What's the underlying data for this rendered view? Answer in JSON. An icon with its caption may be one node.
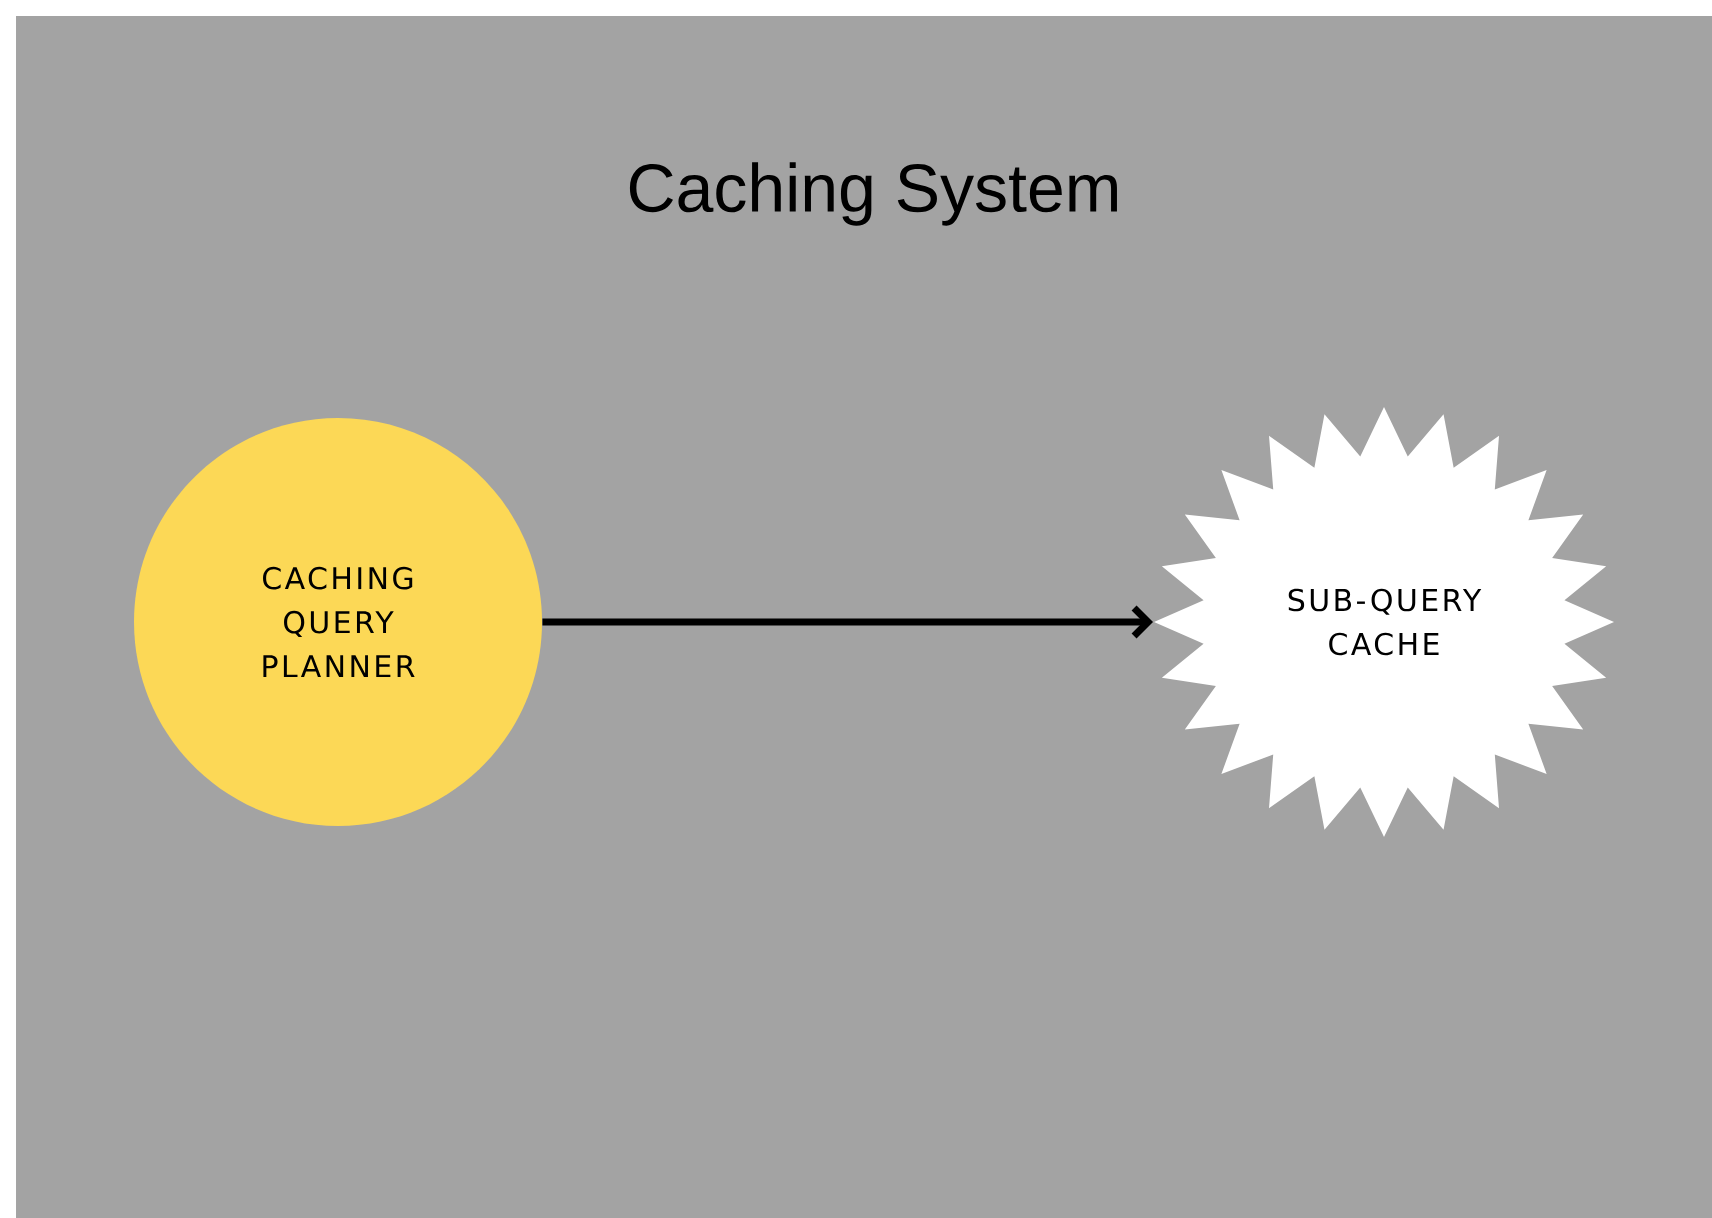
{
  "diagram": {
    "title": "Caching System",
    "nodes": [
      {
        "text": [
          "CACHING QUERY PLANNER"
        ]
      },
      {
        "text": [
          "SUB-QUERY CACHE"
        ]
      }
    ],
    "edges": [
      {
        "from": 0,
        "to": 1,
        "arrow": "to"
      }
    ]
  }
}
